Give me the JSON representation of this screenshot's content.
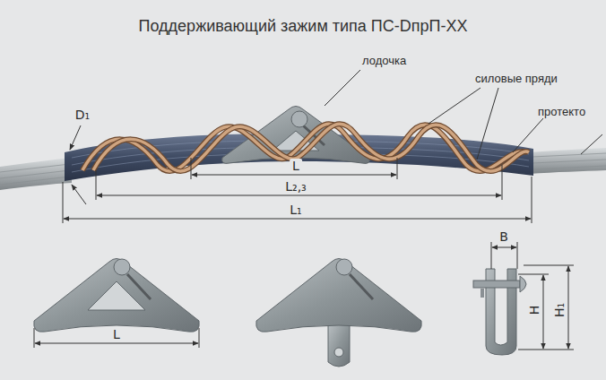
{
  "diagram": {
    "title": "Поддерживающий зажим типа ПС-DпрП-XX",
    "labels": [
      "лодочка",
      "силовые пряди",
      "протекто",
      "D₁",
      "L",
      "L₂,₃",
      "L₁",
      "L",
      "B",
      "H",
      "H₁"
    ]
  }
}
